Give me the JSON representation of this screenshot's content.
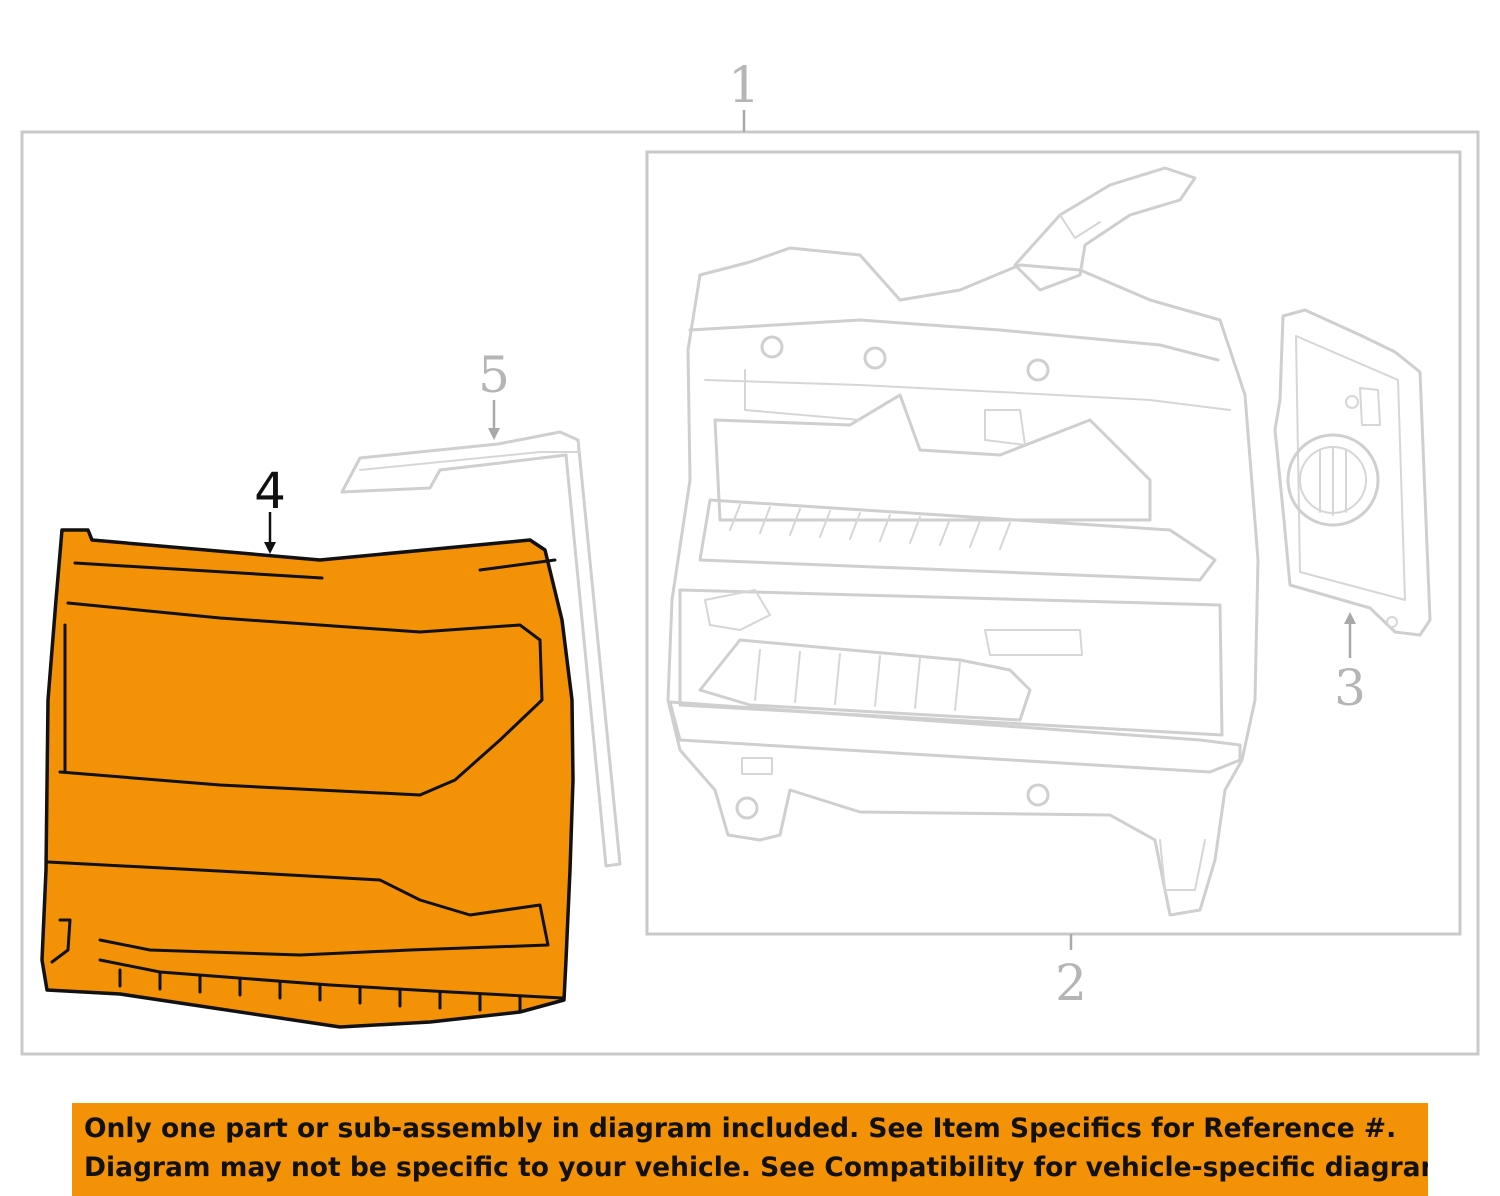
{
  "callouts": {
    "c1": "1",
    "c2": "2",
    "c3": "3",
    "c4": "4",
    "c5": "5"
  },
  "disclaimer": {
    "line1": "Only one part or sub-assembly in diagram included. See Item Specifics for Reference #.",
    "line2": "Diagram may not be specific to your vehicle. See Compatibility for vehicle-specific diagrams."
  },
  "colors": {
    "highlight": "#f39207",
    "outline": "#111111",
    "ghost": "#cfcfcf"
  }
}
